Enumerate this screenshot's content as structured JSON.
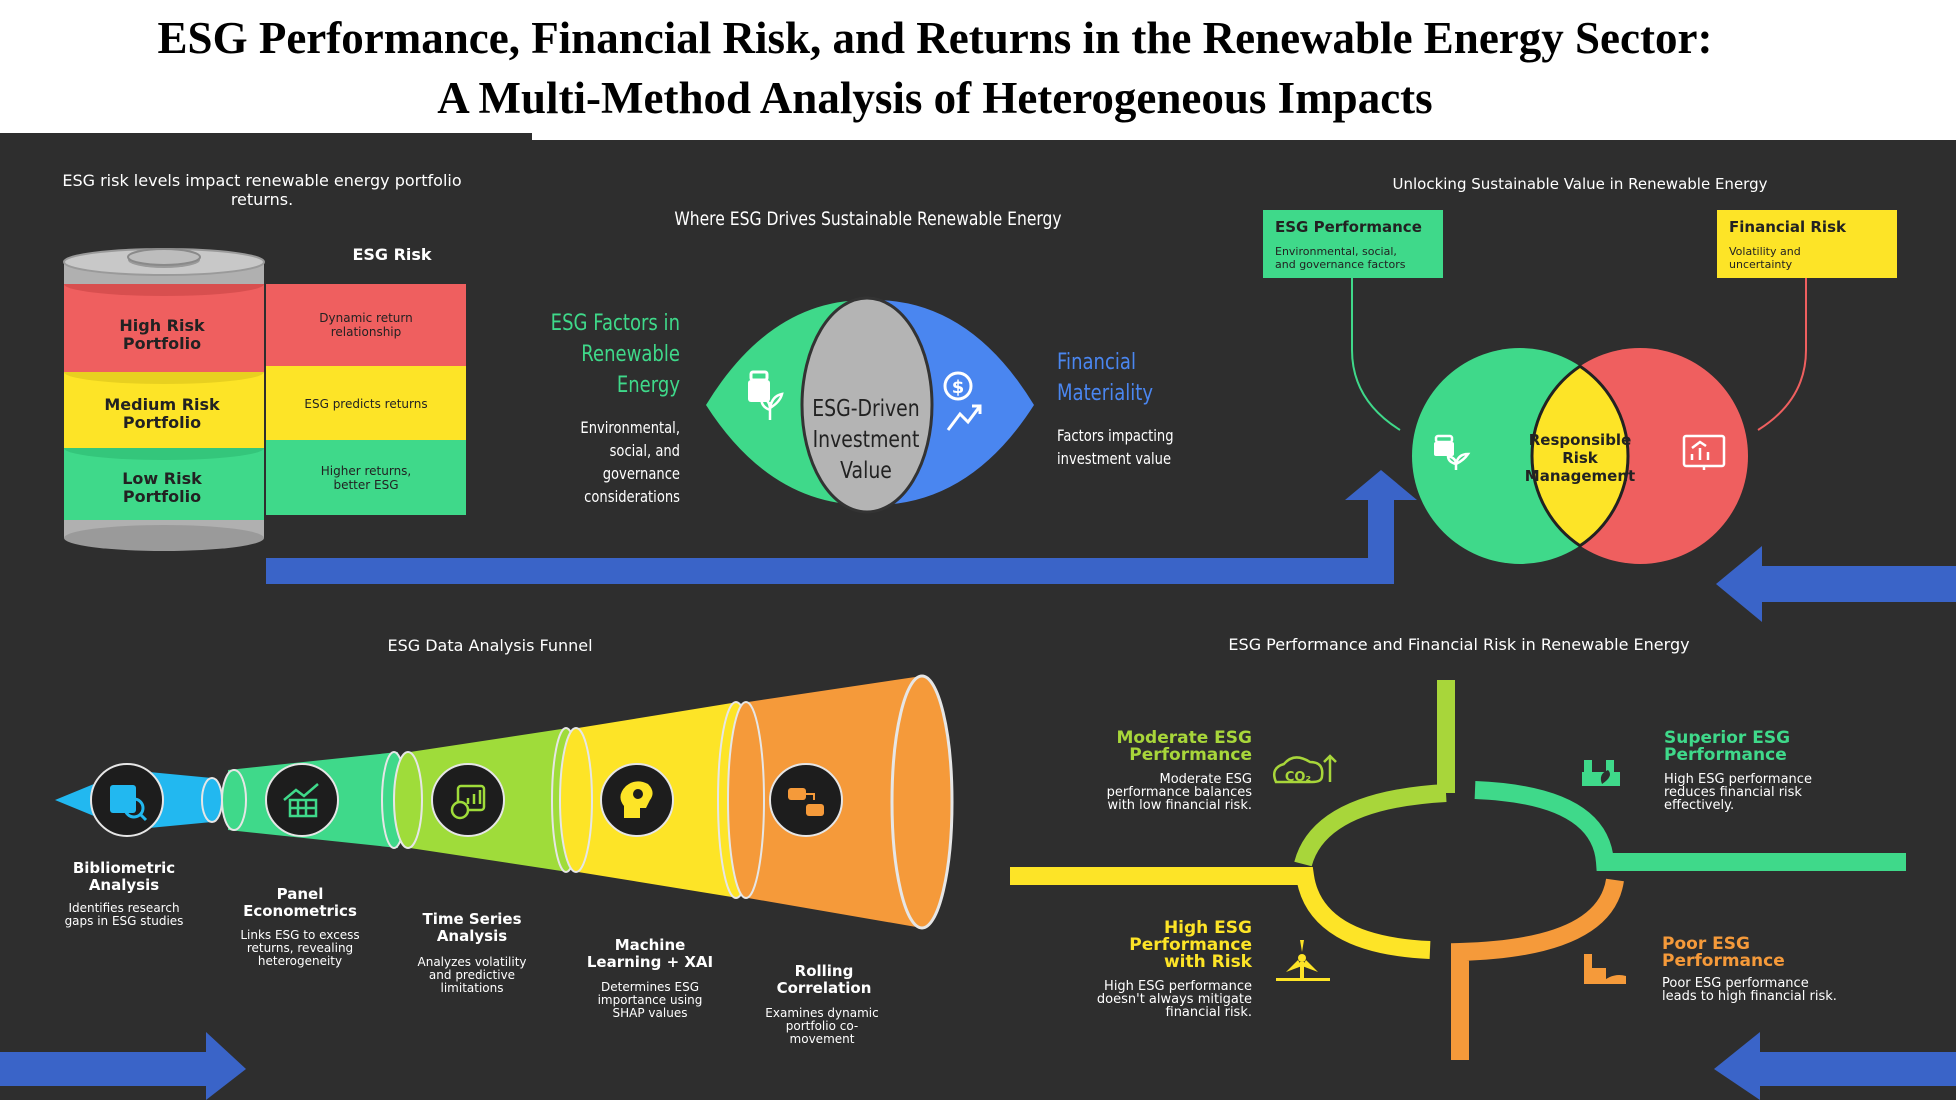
{
  "title": {
    "line1": "ESG Performance, Financial Risk, and Returns in the Renewable Energy Sector:",
    "line2": "A Multi-Method Analysis of Heterogeneous Impacts"
  },
  "top_left": {
    "caption_line1": "ESG risk levels impact renewable energy portfolio",
    "caption_line2": "returns.",
    "header": "ESG Risk",
    "rows": [
      {
        "label1": "High Risk",
        "label2": "Portfolio",
        "desc1": "Dynamic return",
        "desc2": "relationship",
        "color": "#ef5f5f"
      },
      {
        "label1": "Medium Risk",
        "label2": "Portfolio",
        "desc1": "ESG predicts returns",
        "desc2": "",
        "color": "#fde427"
      },
      {
        "label1": "Low Risk",
        "label2": "Portfolio",
        "desc1": "Higher returns,",
        "desc2": "better ESG",
        "color": "#3fd98a"
      }
    ]
  },
  "top_middle": {
    "caption": "Where ESG Drives Sustainable Renewable Energy",
    "left_heading": [
      "ESG Factors in",
      "Renewable",
      "Energy"
    ],
    "left_desc": [
      "Environmental,",
      "social, and",
      "governance",
      "considerations"
    ],
    "center": [
      "ESG-Driven",
      "Investment",
      "Value"
    ],
    "right_heading": [
      "Financial",
      "Materiality"
    ],
    "right_desc": [
      "Factors impacting",
      "investment value"
    ],
    "left_icon": "plant-box-icon",
    "right_icon": "dollar-growth-icon"
  },
  "top_right": {
    "caption": "Unlocking Sustainable Value in Renewable Energy",
    "box_left_title": "ESG Performance",
    "box_left_desc": [
      "Environmental, social,",
      "and governance factors"
    ],
    "box_right_title": "Financial Risk",
    "box_right_desc": [
      "Volatility and",
      "uncertainty"
    ],
    "center": [
      "Responsible",
      "Risk",
      "Management"
    ],
    "left_icon": "plant-box-icon",
    "right_icon": "chart-board-icon"
  },
  "bottom_left": {
    "caption": "ESG Data Analysis Funnel",
    "stages": [
      {
        "title": [
          "Bibliometric",
          "Analysis"
        ],
        "desc": [
          "Identifies research",
          "gaps in ESG studies"
        ],
        "icon": "search-document-icon",
        "color": "#22b8f0"
      },
      {
        "title": [
          "Panel",
          "Econometrics"
        ],
        "desc": [
          "Links ESG to excess",
          "returns, revealing",
          "heterogeneity"
        ],
        "icon": "chart-table-icon",
        "color": "#3fd98a"
      },
      {
        "title": [
          "Time Series",
          "Analysis"
        ],
        "desc": [
          "Analyzes volatility",
          "and predictive",
          "limitations"
        ],
        "icon": "clock-chart-icon",
        "color": "#9fdc3a"
      },
      {
        "title": [
          "Machine",
          "Learning + XAI"
        ],
        "desc": [
          "Determines ESG",
          "importance using",
          "SHAP values"
        ],
        "icon": "brain-gear-icon",
        "color": "#fde427"
      },
      {
        "title": [
          "Rolling",
          "Correlation"
        ],
        "desc": [
          "Examines dynamic",
          "portfolio co-",
          "movement"
        ],
        "icon": "cars-icon",
        "color": "#f59a3a"
      }
    ]
  },
  "bottom_right": {
    "caption": "ESG Performance and Financial Risk in Renewable Energy",
    "quadrants": [
      {
        "title": [
          "Moderate ESG",
          "Performance"
        ],
        "desc": [
          "Moderate ESG",
          "performance balances",
          "with low financial risk."
        ],
        "icon": "co2-icon",
        "color": "#a8d63a"
      },
      {
        "title": [
          "Superior ESG",
          "Performance"
        ],
        "desc": [
          "High ESG performance",
          "reduces financial risk",
          "effectively."
        ],
        "icon": "eco-factory-icon",
        "color": "#3fd98a"
      },
      {
        "title": [
          "High ESG",
          "Performance",
          "with Risk"
        ],
        "desc": [
          "High ESG performance",
          "doesn't always mitigate",
          "financial risk."
        ],
        "icon": "wind-turbine-icon",
        "color": "#fde427"
      },
      {
        "title": [
          "Poor ESG",
          "Performance"
        ],
        "desc": [
          "Poor ESG performance",
          "leads to high financial risk."
        ],
        "icon": "factory-hand-icon",
        "color": "#f59a3a"
      }
    ]
  },
  "colors": {
    "panel": "#2e2e2e",
    "arrow": "#3a64c8",
    "green": "#3fd98a",
    "red": "#ef5f5f",
    "yellow": "#fde427",
    "blue": "#4a86f0",
    "gray": "#b0b0b0"
  }
}
